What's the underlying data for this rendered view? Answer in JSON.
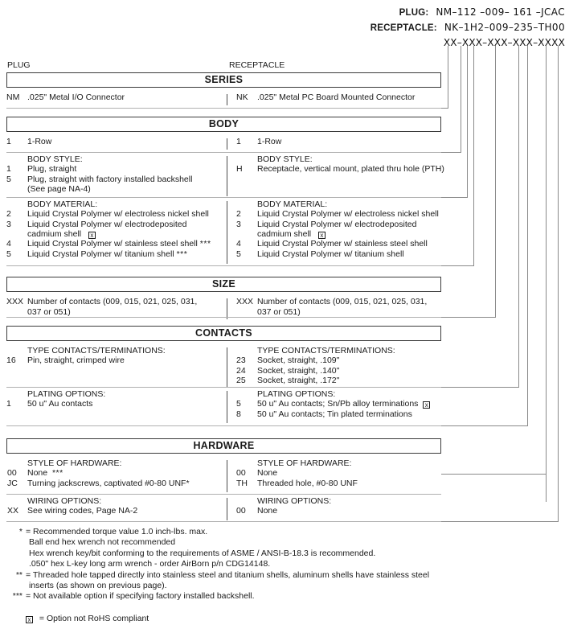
{
  "part_numbers": {
    "rows": [
      {
        "label": "PLUG:",
        "code": "NM–112 –009– 161 –JCAC"
      },
      {
        "label": "RECEPTACLE:",
        "code": "NK–1H2–009–235–TH00"
      },
      {
        "label": "",
        "code": "XX–XXX–XXX–XXX–XXXX"
      }
    ]
  },
  "column_captions": {
    "left": "PLUG",
    "right": "RECEPTACLE"
  },
  "sections": {
    "series": {
      "title": "SERIES"
    },
    "body": {
      "title": "BODY"
    },
    "size": {
      "title": "SIZE"
    },
    "contacts": {
      "title": "CONTACTS"
    },
    "hardware": {
      "title": "HARDWARE"
    }
  },
  "groups": {
    "series": {
      "left": {
        "heading": "",
        "items": [
          {
            "code": "NM",
            "desc": ".025\" Metal I/O Connector"
          }
        ]
      },
      "right": {
        "heading": "",
        "items": [
          {
            "code": "NK",
            "desc": ".025\" Metal PC Board Mounted Connector"
          }
        ]
      }
    },
    "body_row": {
      "left": {
        "heading": "",
        "items": [
          {
            "code": "1",
            "desc": "1-Row"
          }
        ]
      },
      "right": {
        "heading": "",
        "items": [
          {
            "code": "1",
            "desc": "1-Row"
          }
        ]
      }
    },
    "body_style": {
      "left": {
        "heading": "BODY STYLE:",
        "items": [
          {
            "code": "1",
            "desc": "Plug, straight"
          },
          {
            "code": "5",
            "desc": "Plug, straight with factory installed backshell",
            "cont": "(See page NA-4)"
          }
        ]
      },
      "right": {
        "heading": "BODY STYLE:",
        "items": [
          {
            "code": "H",
            "desc": "Receptacle, vertical mount, plated thru hole (PTH)"
          }
        ]
      }
    },
    "body_material": {
      "left": {
        "heading": "BODY MATERIAL:",
        "items": [
          {
            "code": "2",
            "desc": "Liquid Crystal Polymer w/ electroless nickel shell"
          },
          {
            "code": "3",
            "desc": "Liquid Crystal Polymer w/ electrodeposited",
            "cont": "cadmium shell",
            "cont_rohs": true
          },
          {
            "code": "4",
            "desc": "Liquid Crystal Polymer w/ stainless steel shell",
            "suffix": "***"
          },
          {
            "code": "5",
            "desc": "Liquid Crystal Polymer w/ titanium shell",
            "suffix": "***"
          }
        ]
      },
      "right": {
        "heading": "BODY MATERIAL:",
        "items": [
          {
            "code": "2",
            "desc": "Liquid Crystal Polymer w/ electroless nickel shell"
          },
          {
            "code": "3",
            "desc": "Liquid Crystal Polymer w/ electrodeposited",
            "cont": "cadmium shell",
            "cont_rohs": true
          },
          {
            "code": "4",
            "desc": "Liquid Crystal Polymer w/ stainless steel shell"
          },
          {
            "code": "5",
            "desc": "Liquid Crystal Polymer w/ titanium shell"
          }
        ]
      }
    },
    "size": {
      "left": {
        "heading": "",
        "items": [
          {
            "code": "XXX",
            "desc": "Number of contacts (009, 015, 021, 025, 031,",
            "cont": "037 or 051)"
          }
        ]
      },
      "right": {
        "heading": "",
        "items": [
          {
            "code": "XXX",
            "desc": "Number of contacts (009, 015, 021, 025, 031,",
            "cont": "037 or 051)"
          }
        ]
      }
    },
    "contact_type": {
      "left": {
        "heading": "TYPE CONTACTS/TERMINATIONS:",
        "items": [
          {
            "code": "16",
            "desc": "Pin, straight, crimped wire"
          }
        ]
      },
      "right": {
        "heading": "TYPE CONTACTS/TERMINATIONS:",
        "items": [
          {
            "code": "23",
            "desc": "Socket, straight, .109\""
          },
          {
            "code": "24",
            "desc": "Socket, straight, .140\""
          },
          {
            "code": "25",
            "desc": "Socket, straight, .172\""
          }
        ]
      }
    },
    "plating": {
      "left": {
        "heading": "PLATING OPTIONS:",
        "items": [
          {
            "code": "1",
            "desc": "50 u\" Au contacts"
          }
        ]
      },
      "right": {
        "heading": "PLATING OPTIONS:",
        "items": [
          {
            "code": "5",
            "desc": "50 u\" Au contacts; Sn/Pb alloy terminations",
            "rohs": true
          },
          {
            "code": "8",
            "desc": "50 u\" Au contacts; Tin plated terminations"
          }
        ]
      }
    },
    "hardware_style": {
      "left": {
        "heading": "STYLE OF HARDWARE:",
        "items": [
          {
            "code": "00",
            "desc": "None",
            "suffix": "***"
          },
          {
            "code": "JC",
            "desc": "Turning jackscrews, captivated #0-80 UNF*"
          }
        ]
      },
      "right": {
        "heading": "STYLE OF HARDWARE:",
        "items": [
          {
            "code": "00",
            "desc": "None"
          },
          {
            "code": "TH",
            "desc": "Threaded hole, #0-80 UNF"
          }
        ]
      }
    },
    "wiring": {
      "left": {
        "heading": "WIRING OPTIONS:",
        "items": [
          {
            "code": "XX",
            "desc": "See wiring codes, Page NA-2"
          }
        ]
      },
      "right": {
        "heading": "WIRING OPTIONS:",
        "items": [
          {
            "code": "00",
            "desc": "None"
          }
        ]
      }
    }
  },
  "footnotes": [
    {
      "mark": "*",
      "body": "= Recommended torque value 1.0 inch-lbs. max.",
      "subs": [
        "Ball end hex wrench not recommended",
        "Hex wrench key/bit conforming to the requirements of ASME / ANSI-B-18.3 is recommended.",
        ".050\" hex L-key long arm wrench - order AirBorn p/n CDG14148."
      ]
    },
    {
      "mark": "**",
      "body": "= Threaded hole tapped directly into stainless steel and titanium shells, aluminum shells have stainless steel",
      "subs": [
        "inserts (as shown on previous page)."
      ]
    },
    {
      "mark": "***",
      "body": "= Not available option if specifying factory installed backshell.",
      "subs": []
    }
  ],
  "rohs_note": "= Option not RoHS compliant",
  "colors": {
    "bar_border": "#3b3b3b",
    "rule": "#b0b0b0",
    "rail": "#8a8a8a",
    "text": "#1a1a1a"
  }
}
